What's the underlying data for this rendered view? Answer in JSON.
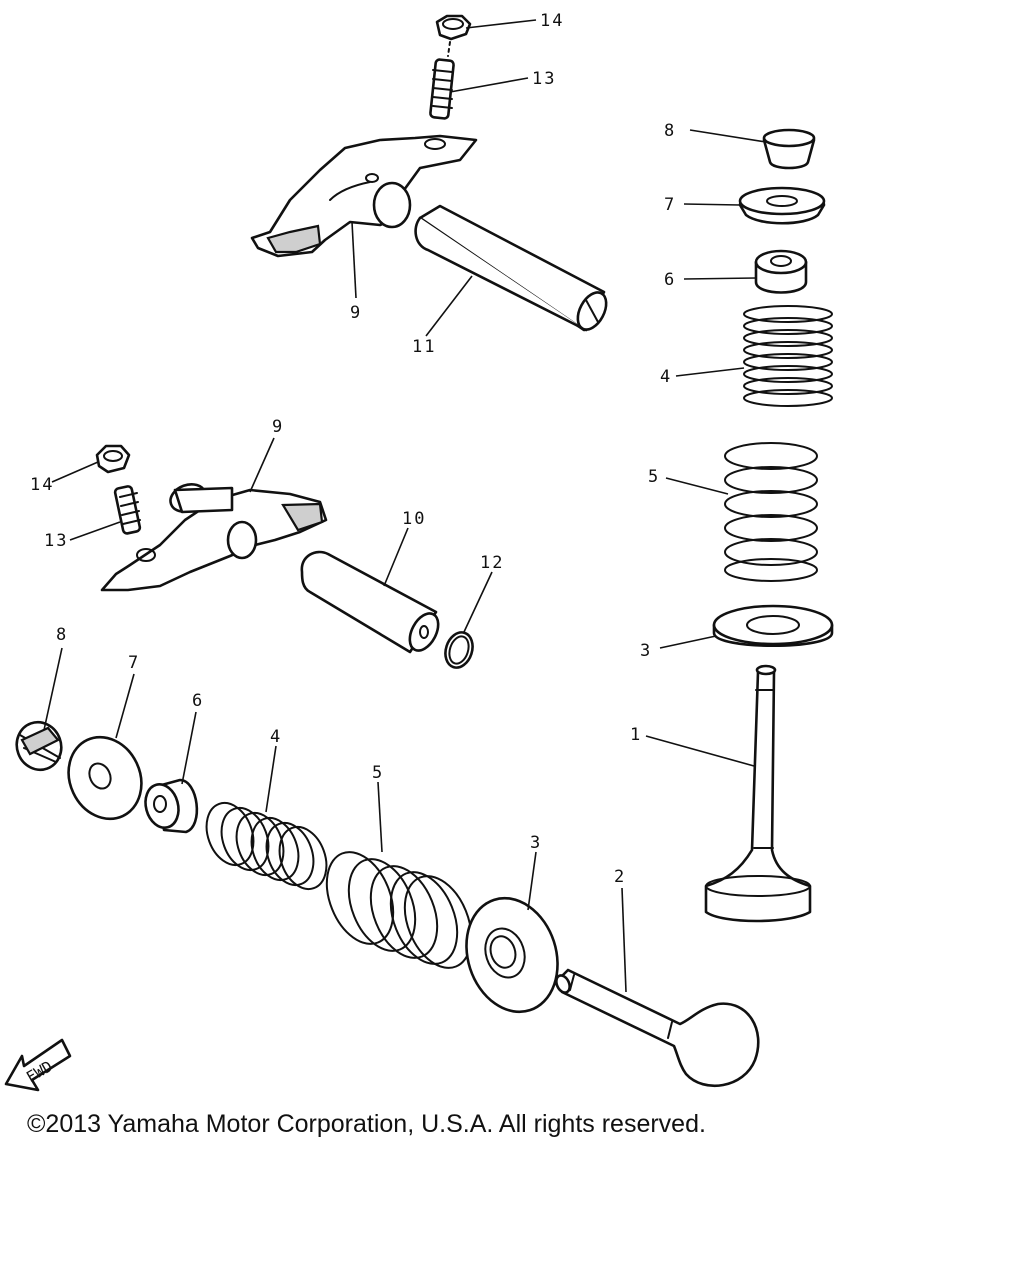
{
  "callouts": {
    "c1": "1",
    "c2": "2",
    "c3a": "3",
    "c3b": "3",
    "c4a": "4",
    "c4b": "4",
    "c5a": "5",
    "c5b": "5",
    "c6a": "6",
    "c6b": "6",
    "c7a": "7",
    "c7b": "7",
    "c8a": "8",
    "c8b": "8",
    "c9a": "9",
    "c9b": "9",
    "c10": "10",
    "c11": "11",
    "c12": "12",
    "c13a": "13",
    "c13b": "13",
    "c14a": "14",
    "c14b": "14"
  },
  "fwd_label": "FWD",
  "copyright": "©2013 Yamaha Motor Corporation, U.S.A. All rights reserved."
}
